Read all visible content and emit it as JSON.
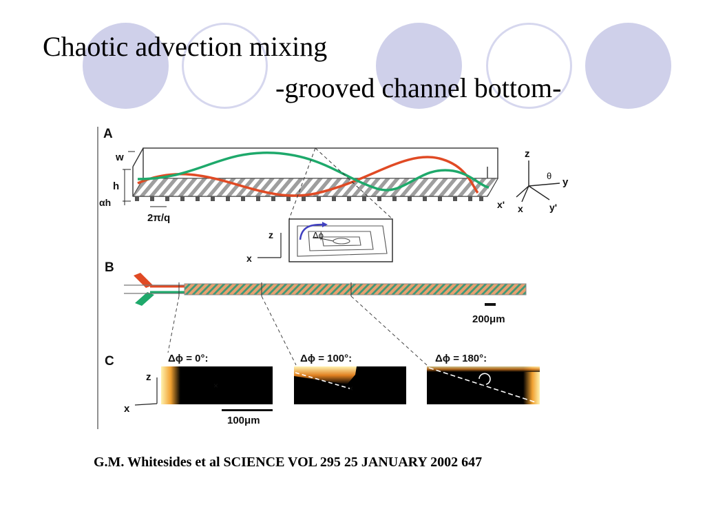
{
  "slide": {
    "title_line1": "Chaotic advection mixing",
    "title_line2": "-grooved channel bottom-",
    "citation": "G.M. Whitesides et al SCIENCE VOL 295 25 JANUARY 2002 647",
    "decoration_colors": {
      "filled_circle": "#cfd0ea",
      "ring_circle": "#d6d7ee"
    }
  },
  "figure": {
    "panel_a": {
      "label": "A",
      "dim_w": "w",
      "dim_h": "h",
      "dim_alpha_h": "αh",
      "groove_period": "2π/q",
      "axes": {
        "z": "z",
        "y": "y",
        "y_prime": "y'",
        "x": "x",
        "x_prime": "x'",
        "theta": "θ"
      },
      "inset": {
        "z": "z",
        "x": "x",
        "delta_phi": "Δϕ"
      },
      "colors": {
        "red_stream": "#e04a24",
        "green_stream": "#1ea96b",
        "groove_fill": "#9e9e9e"
      }
    },
    "panel_b": {
      "label": "B",
      "scale_label": "200μm"
    },
    "panel_c": {
      "label": "C",
      "axis_z": "z",
      "axis_x": "x",
      "scale_label": "100μm",
      "sections": [
        {
          "label": "Δϕ = 0°:"
        },
        {
          "label": "Δϕ = 100°:"
        },
        {
          "label": "Δϕ = 180°:"
        }
      ]
    }
  }
}
